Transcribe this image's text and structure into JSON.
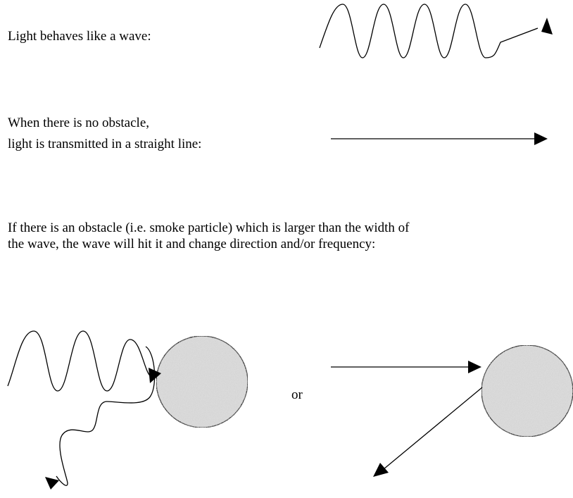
{
  "section_wave": {
    "text": "Light behaves like a wave:"
  },
  "section_straight": {
    "line1": "When there is no obstacle,",
    "line2": "light is transmitted in a straight line:"
  },
  "section_obstacle": {
    "line1": "If there is an obstacle (i.e. smoke particle) which is larger than the width of",
    "line2": "the wave, the wave will hit it and change direction and/or frequency:"
  },
  "connector": {
    "or": "or"
  },
  "colors": {
    "stroke": "#000000",
    "particle_fill": "#dcdcdc",
    "particle_speckle": "#b8b8b8"
  },
  "icons": {
    "particle": "smoke-particle-icon",
    "arrowhead": "arrowhead-icon"
  }
}
